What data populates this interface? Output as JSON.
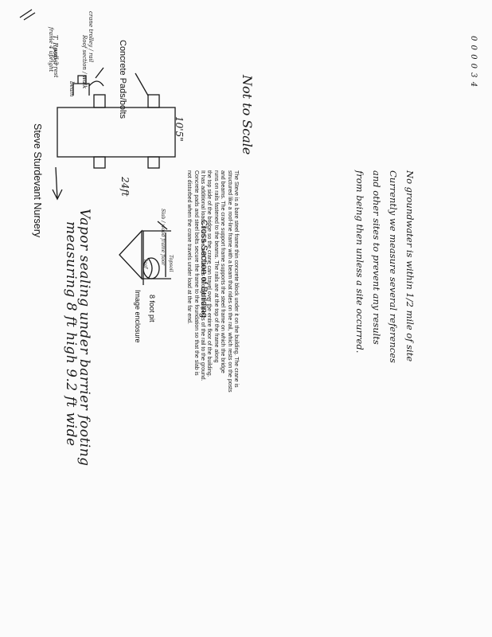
{
  "page_number": "0 0 0 0 3 4",
  "title": "Steve Sturdevant Nursery",
  "handwritten_note_1_line1": "Vapor sealing under barrier footing",
  "handwritten_note_1_line2": "measuring 8 ft high 9.2 ft wide",
  "label_trap_pans": "T. Rooper",
  "label_beam": "beam",
  "label_frame_a": "wall 3 rest",
  "label_frame_b": "frame 4 upright",
  "label_crane_trolley": "crane trolley / rail",
  "label_roof_section": "Roof section / walk",
  "label_concrete_pads": "Concrete Pads/bolts",
  "dimension_height": "10'5\"",
  "dimension_width": "24ft",
  "handwritten_scale": "Not to Scale",
  "section_title": "Cross Section of Building",
  "label_slab": "Slab / wood frame floor",
  "label_topsoil": "Topsoil",
  "label_enclosure": "Image enclosure",
  "label_footer": "8 foot pit",
  "label_leaf": "leaf",
  "paragraph_lines": [
    "The Steve is a bare steel frame thin concrete block under it on the building. The crane is",
    "structured like a roof-line frame with a beam that rides on the rail, which rests on the posts",
    "and beams. The crane support frame supports the steel frame on which the bridge",
    "runs on rails fastened to the beams. The rails are at the top of the frame along",
    "the top side of the bridge so the crane can travel over the entire floor of the building.",
    "It has additional loads from the wall frames through the posts of the rail to the ground.",
    "Concrete pads and steel bolts secure the frame to the foundation so that the slab is",
    "not disturbed when the crane travels under load at the far end."
  ],
  "note_lines": [
    "No groundwater is within 1/2 mile of site",
    "Currently we measure several references",
    "and other sites to prevent any results",
    "from being then unless a site occurred."
  ]
}
